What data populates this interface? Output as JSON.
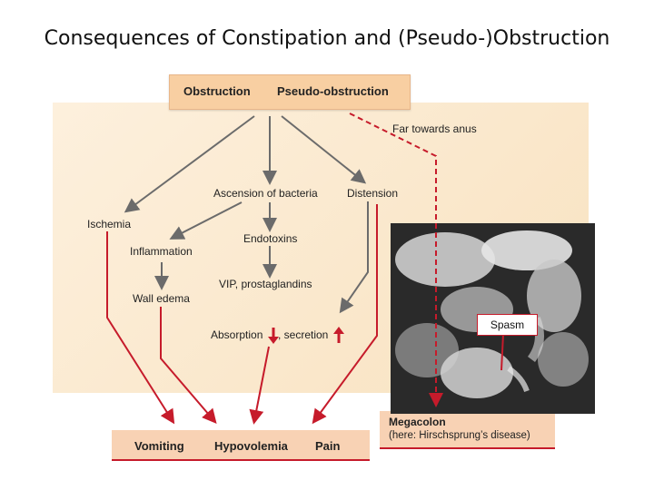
{
  "title": "Consequences of Constipation and (Pseudo-)Obstruction",
  "top": {
    "obstruction": "Obstruction",
    "pseudo": "Pseudo-obstruction"
  },
  "far_towards_anus": "Far towards anus",
  "ascension": "Ascension of bacteria",
  "distension": "Distension",
  "ischemia": "Ischemia",
  "inflammation": "Inflammation",
  "endotoxins": "Endotoxins",
  "wall_edema": "Wall edema",
  "vip": "VIP, prostaglandins",
  "absorption": "Absorption",
  "secretion": ", secretion",
  "bottom": {
    "vomiting": "Vomiting",
    "hypovolemia": "Hypovolemia",
    "pain": "Pain"
  },
  "spasm": "Spasm",
  "megacolon": {
    "title": "Megacolon",
    "note": "(here: Hirschsprung’s disease)"
  },
  "colors": {
    "red": "#c61b2b",
    "gray": "#6b6b6b",
    "panel": "#f8e2c0",
    "box": "#f8cfa2"
  }
}
